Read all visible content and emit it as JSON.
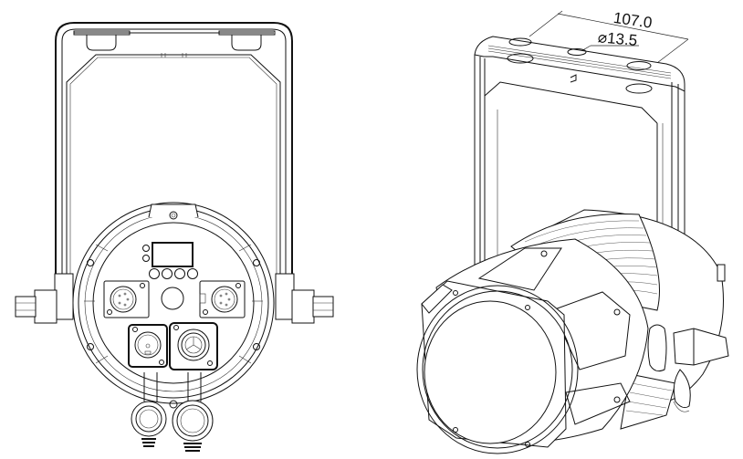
{
  "figure": {
    "type": "technical-line-drawing",
    "subject": "stage light fixture with yoke bracket",
    "background": "#ffffff",
    "line_color": "#111111",
    "views": [
      {
        "id": "rear-view",
        "label": "Rear orthographic view"
      },
      {
        "id": "isometric-view",
        "label": "Isometric front view"
      }
    ]
  },
  "rear_view": {
    "display_window": "display-screen",
    "status_leds": 2,
    "control_buttons": 4,
    "connectors": {
      "left_xlr": "XLR 5-pin data in",
      "right_xlr": "XLR 5-pin data out",
      "center": "safety cable port",
      "power_in": "powerCON in",
      "power_out": "powerCON out"
    },
    "cable_glands": 2
  },
  "dimensions": {
    "width_label": "107.0",
    "hole_label": "⌀13.5",
    "hole_symbol": "⌀",
    "hole_value": "13.5"
  }
}
